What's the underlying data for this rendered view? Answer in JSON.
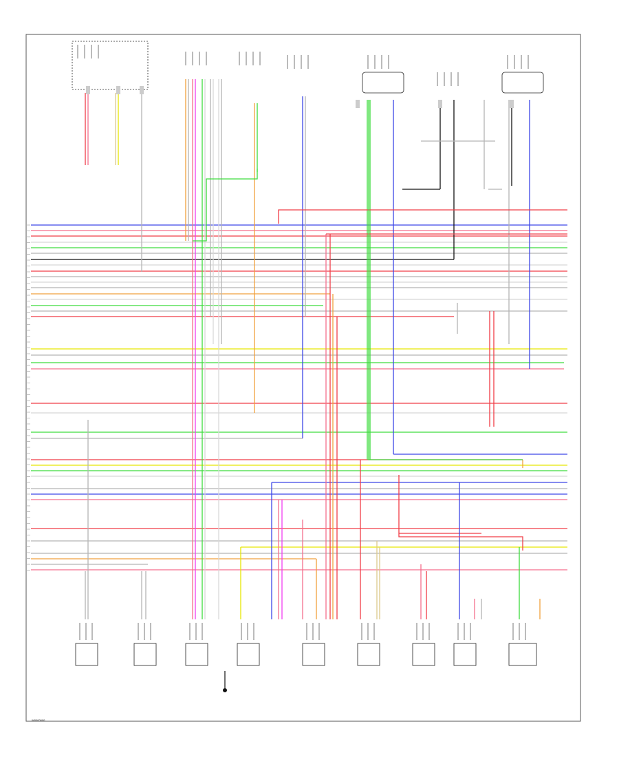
{
  "diagram": {
    "page_code": "W0000000",
    "top_components": [
      {
        "id": "fuse-block"
      },
      {
        "id": "cam-sensor"
      },
      {
        "id": "crank-sensor"
      },
      {
        "id": "throttle-body"
      },
      {
        "id": "knock-sensor-1"
      },
      {
        "id": "ignition-module"
      },
      {
        "id": "knock-sensor-2"
      }
    ],
    "bottom_components": [
      {
        "id": "fuel-injector"
      },
      {
        "id": "purge-valve"
      },
      {
        "id": "evap-sensor"
      },
      {
        "id": "ground-point"
      },
      {
        "id": "throttle-position-sensor"
      },
      {
        "id": "egr-valve"
      },
      {
        "id": "vehicle-speed-sensor"
      },
      {
        "id": "idle-control-valve"
      },
      {
        "id": "coolant-temp-sensor"
      },
      {
        "id": "intake-air-temp-sensor"
      }
    ],
    "wire_colors": {
      "red": "#f03c46",
      "pink": "#f56e8c",
      "blue": "#3c46e6",
      "green": "#3cdc3c",
      "yellow": "#e6e600",
      "orange": "#f0a03c",
      "gray": "#b4b4b4",
      "black": "#111111",
      "magenta": "#f03cf0",
      "tan": "#dcc88c",
      "white": "#d8d8d8"
    }
  }
}
